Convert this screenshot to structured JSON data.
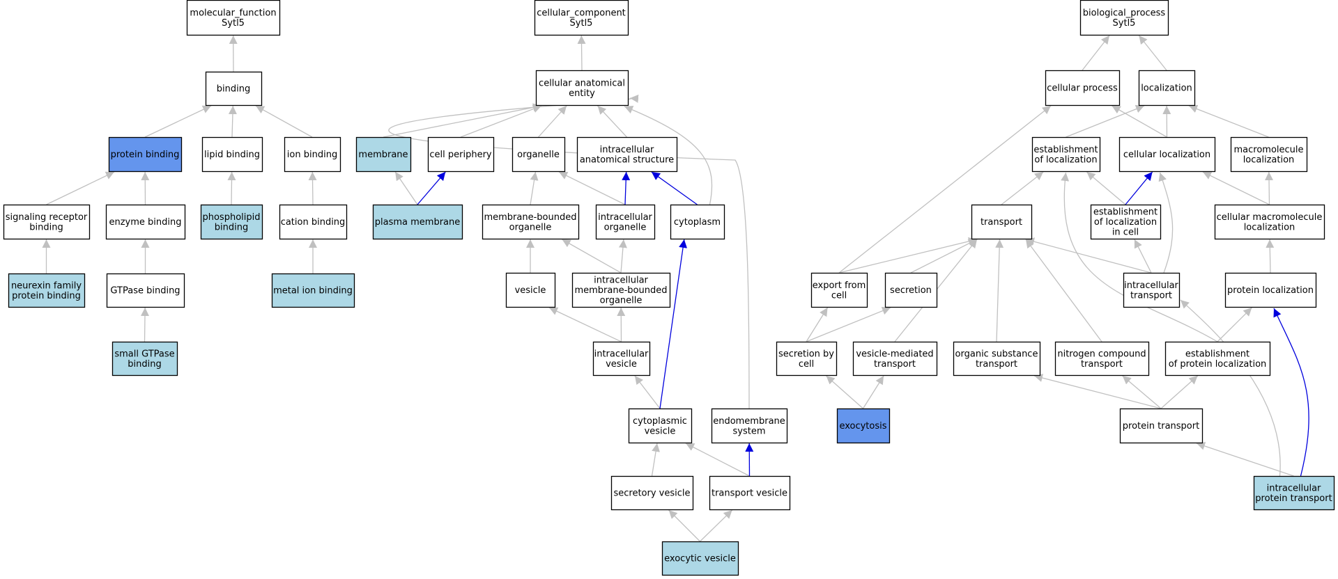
{
  "colors": {
    "plain": "#ffffff",
    "light": "#add8e6",
    "strong": "#6495ed",
    "edge_gray": "#c0c0c0",
    "edge_blue": "#0000dd"
  },
  "nodes": [
    {
      "id": "mf",
      "lines": [
        "molecular_function",
        "Sytl5"
      ],
      "fill": "plain"
    },
    {
      "id": "binding",
      "lines": [
        "binding"
      ],
      "fill": "plain"
    },
    {
      "id": "protein_binding",
      "lines": [
        "protein binding"
      ],
      "fill": "strong"
    },
    {
      "id": "lipid_binding",
      "lines": [
        "lipid binding"
      ],
      "fill": "plain"
    },
    {
      "id": "ion_binding",
      "lines": [
        "ion binding"
      ],
      "fill": "plain"
    },
    {
      "id": "signaling_receptor_binding",
      "lines": [
        "signaling receptor",
        "binding"
      ],
      "fill": "plain"
    },
    {
      "id": "enzyme_binding",
      "lines": [
        "enzyme binding"
      ],
      "fill": "plain"
    },
    {
      "id": "phospholipid_binding",
      "lines": [
        "phospholipid",
        "binding"
      ],
      "fill": "light"
    },
    {
      "id": "cation_binding",
      "lines": [
        "cation binding"
      ],
      "fill": "plain"
    },
    {
      "id": "neurexin_family",
      "lines": [
        "neurexin family",
        "protein binding"
      ],
      "fill": "light"
    },
    {
      "id": "gtpase_binding",
      "lines": [
        "GTPase binding"
      ],
      "fill": "plain"
    },
    {
      "id": "metal_ion_binding",
      "lines": [
        "metal ion binding"
      ],
      "fill": "light"
    },
    {
      "id": "small_gtpase_binding",
      "lines": [
        "small GTPase",
        "binding"
      ],
      "fill": "light"
    },
    {
      "id": "cc",
      "lines": [
        "cellular_component",
        "Sytl5"
      ],
      "fill": "plain"
    },
    {
      "id": "cae",
      "lines": [
        "cellular anatomical",
        "entity"
      ],
      "fill": "plain"
    },
    {
      "id": "membrane",
      "lines": [
        "membrane"
      ],
      "fill": "light"
    },
    {
      "id": "cell_periphery",
      "lines": [
        "cell periphery"
      ],
      "fill": "plain"
    },
    {
      "id": "organelle",
      "lines": [
        "organelle"
      ],
      "fill": "plain"
    },
    {
      "id": "ias",
      "lines": [
        "intracellular",
        "anatomical structure"
      ],
      "fill": "plain"
    },
    {
      "id": "plasma_membrane",
      "lines": [
        "plasma membrane"
      ],
      "fill": "light"
    },
    {
      "id": "mbo",
      "lines": [
        "membrane-bounded",
        "organelle"
      ],
      "fill": "plain"
    },
    {
      "id": "io",
      "lines": [
        "intracellular",
        "organelle"
      ],
      "fill": "plain"
    },
    {
      "id": "cytoplasm",
      "lines": [
        "cytoplasm"
      ],
      "fill": "plain"
    },
    {
      "id": "vesicle",
      "lines": [
        "vesicle"
      ],
      "fill": "plain"
    },
    {
      "id": "imbo",
      "lines": [
        "intracellular",
        "membrane-bounded",
        "organelle"
      ],
      "fill": "plain"
    },
    {
      "id": "iv",
      "lines": [
        "intracellular",
        "vesicle"
      ],
      "fill": "plain"
    },
    {
      "id": "cv",
      "lines": [
        "cytoplasmic",
        "vesicle"
      ],
      "fill": "plain"
    },
    {
      "id": "es",
      "lines": [
        "endomembrane",
        "system"
      ],
      "fill": "plain"
    },
    {
      "id": "sv",
      "lines": [
        "secretory vesicle"
      ],
      "fill": "plain"
    },
    {
      "id": "tv",
      "lines": [
        "transport vesicle"
      ],
      "fill": "plain"
    },
    {
      "id": "ev",
      "lines": [
        "exocytic vesicle"
      ],
      "fill": "light"
    },
    {
      "id": "bp",
      "lines": [
        "biological_process",
        "Sytl5"
      ],
      "fill": "plain"
    },
    {
      "id": "cellular_process",
      "lines": [
        "cellular process"
      ],
      "fill": "plain"
    },
    {
      "id": "localization",
      "lines": [
        "localization"
      ],
      "fill": "plain"
    },
    {
      "id": "eol",
      "lines": [
        "establishment",
        "of localization"
      ],
      "fill": "plain"
    },
    {
      "id": "cl",
      "lines": [
        "cellular localization"
      ],
      "fill": "plain"
    },
    {
      "id": "ml",
      "lines": [
        "macromolecule",
        "localization"
      ],
      "fill": "plain"
    },
    {
      "id": "transport",
      "lines": [
        "transport"
      ],
      "fill": "plain"
    },
    {
      "id": "eolc",
      "lines": [
        "establishment",
        "of localization",
        "in cell"
      ],
      "fill": "plain"
    },
    {
      "id": "cml",
      "lines": [
        "cellular macromolecule",
        "localization"
      ],
      "fill": "plain"
    },
    {
      "id": "efc",
      "lines": [
        "export from",
        "cell"
      ],
      "fill": "plain"
    },
    {
      "id": "secretion",
      "lines": [
        "secretion"
      ],
      "fill": "plain"
    },
    {
      "id": "it",
      "lines": [
        "intracellular",
        "transport"
      ],
      "fill": "plain"
    },
    {
      "id": "pl",
      "lines": [
        "protein localization"
      ],
      "fill": "plain"
    },
    {
      "id": "sbc",
      "lines": [
        "secretion by",
        "cell"
      ],
      "fill": "plain"
    },
    {
      "id": "vmt",
      "lines": [
        "vesicle-mediated",
        "transport"
      ],
      "fill": "plain"
    },
    {
      "id": "ost",
      "lines": [
        "organic substance",
        "transport"
      ],
      "fill": "plain"
    },
    {
      "id": "nct",
      "lines": [
        "nitrogen compound",
        "transport"
      ],
      "fill": "plain"
    },
    {
      "id": "epl",
      "lines": [
        "establishment",
        "of protein localization"
      ],
      "fill": "plain"
    },
    {
      "id": "exocytosis",
      "lines": [
        "exocytosis"
      ],
      "fill": "strong"
    },
    {
      "id": "pt",
      "lines": [
        "protein transport"
      ],
      "fill": "plain"
    },
    {
      "id": "ipt",
      "lines": [
        "intracellular",
        "protein transport"
      ],
      "fill": "light"
    }
  ],
  "edges": [
    {
      "from": "binding",
      "to": "mf",
      "color": "edge_gray"
    },
    {
      "from": "protein_binding",
      "to": "binding",
      "color": "edge_gray"
    },
    {
      "from": "lipid_binding",
      "to": "binding",
      "color": "edge_gray"
    },
    {
      "from": "ion_binding",
      "to": "binding",
      "color": "edge_gray"
    },
    {
      "from": "signaling_receptor_binding",
      "to": "protein_binding",
      "color": "edge_gray"
    },
    {
      "from": "enzyme_binding",
      "to": "protein_binding",
      "color": "edge_gray"
    },
    {
      "from": "phospholipid_binding",
      "to": "lipid_binding",
      "color": "edge_gray"
    },
    {
      "from": "cation_binding",
      "to": "ion_binding",
      "color": "edge_gray"
    },
    {
      "from": "neurexin_family",
      "to": "signaling_receptor_binding",
      "color": "edge_gray"
    },
    {
      "from": "gtpase_binding",
      "to": "enzyme_binding",
      "color": "edge_gray"
    },
    {
      "from": "metal_ion_binding",
      "to": "cation_binding",
      "color": "edge_gray"
    },
    {
      "from": "small_gtpase_binding",
      "to": "gtpase_binding",
      "color": "edge_gray"
    },
    {
      "from": "cae",
      "to": "cc",
      "color": "edge_gray"
    },
    {
      "from": "membrane",
      "to": "cae",
      "color": "edge_gray"
    },
    {
      "from": "cell_periphery",
      "to": "cae",
      "color": "edge_gray"
    },
    {
      "from": "organelle",
      "to": "cae",
      "color": "edge_gray"
    },
    {
      "from": "ias",
      "to": "cae",
      "color": "edge_gray"
    },
    {
      "from": "cytoplasm",
      "to": "cae",
      "color": "edge_gray"
    },
    {
      "from": "es",
      "to": "cae",
      "color": "edge_gray"
    },
    {
      "from": "plasma_membrane",
      "to": "membrane",
      "color": "edge_gray"
    },
    {
      "from": "plasma_membrane",
      "to": "cell_periphery",
      "color": "edge_blue"
    },
    {
      "from": "mbo",
      "to": "organelle",
      "color": "edge_gray"
    },
    {
      "from": "io",
      "to": "organelle",
      "color": "edge_gray"
    },
    {
      "from": "io",
      "to": "ias",
      "color": "edge_blue"
    },
    {
      "from": "cytoplasm",
      "to": "ias",
      "color": "edge_blue"
    },
    {
      "from": "vesicle",
      "to": "mbo",
      "color": "edge_gray"
    },
    {
      "from": "imbo",
      "to": "mbo",
      "color": "edge_gray"
    },
    {
      "from": "imbo",
      "to": "io",
      "color": "edge_gray"
    },
    {
      "from": "iv",
      "to": "vesicle",
      "color": "edge_gray"
    },
    {
      "from": "iv",
      "to": "imbo",
      "color": "edge_gray"
    },
    {
      "from": "cv",
      "to": "iv",
      "color": "edge_gray"
    },
    {
      "from": "cv",
      "to": "cytoplasm",
      "color": "edge_blue"
    },
    {
      "from": "sv",
      "to": "cv",
      "color": "edge_gray"
    },
    {
      "from": "tv",
      "to": "cv",
      "color": "edge_gray"
    },
    {
      "from": "tv",
      "to": "es",
      "color": "edge_blue"
    },
    {
      "from": "ev",
      "to": "sv",
      "color": "edge_gray"
    },
    {
      "from": "ev",
      "to": "tv",
      "color": "edge_gray"
    },
    {
      "from": "cellular_process",
      "to": "bp",
      "color": "edge_gray"
    },
    {
      "from": "localization",
      "to": "bp",
      "color": "edge_gray"
    },
    {
      "from": "eol",
      "to": "localization",
      "color": "edge_gray"
    },
    {
      "from": "cl",
      "to": "cellular_process",
      "color": "edge_gray"
    },
    {
      "from": "cl",
      "to": "localization",
      "color": "edge_gray"
    },
    {
      "from": "ml",
      "to": "localization",
      "color": "edge_gray"
    },
    {
      "from": "transport",
      "to": "eol",
      "color": "edge_gray"
    },
    {
      "from": "eolc",
      "to": "eol",
      "color": "edge_gray"
    },
    {
      "from": "eolc",
      "to": "cl",
      "color": "edge_blue"
    },
    {
      "from": "cml",
      "to": "cl",
      "color": "edge_gray"
    },
    {
      "from": "cml",
      "to": "ml",
      "color": "edge_gray"
    },
    {
      "from": "efc",
      "to": "cellular_process",
      "color": "edge_gray"
    },
    {
      "from": "efc",
      "to": "transport",
      "color": "edge_gray"
    },
    {
      "from": "secretion",
      "to": "transport",
      "color": "edge_gray"
    },
    {
      "from": "it",
      "to": "transport",
      "color": "edge_gray"
    },
    {
      "from": "it",
      "to": "eolc",
      "color": "edge_gray"
    },
    {
      "from": "it",
      "to": "cl",
      "color": "edge_gray"
    },
    {
      "from": "pl",
      "to": "cml",
      "color": "edge_gray"
    },
    {
      "from": "sbc",
      "to": "efc",
      "color": "edge_gray"
    },
    {
      "from": "sbc",
      "to": "secretion",
      "color": "edge_gray"
    },
    {
      "from": "vmt",
      "to": "transport",
      "color": "edge_gray"
    },
    {
      "from": "ost",
      "to": "transport",
      "color": "edge_gray"
    },
    {
      "from": "nct",
      "to": "transport",
      "color": "edge_gray"
    },
    {
      "from": "epl",
      "to": "eol",
      "color": "edge_gray"
    },
    {
      "from": "epl",
      "to": "pl",
      "color": "edge_gray"
    },
    {
      "from": "exocytosis",
      "to": "sbc",
      "color": "edge_gray"
    },
    {
      "from": "exocytosis",
      "to": "vmt",
      "color": "edge_gray"
    },
    {
      "from": "pt",
      "to": "ost",
      "color": "edge_gray"
    },
    {
      "from": "pt",
      "to": "nct",
      "color": "edge_gray"
    },
    {
      "from": "pt",
      "to": "epl",
      "color": "edge_gray"
    },
    {
      "from": "ipt",
      "to": "pt",
      "color": "edge_gray"
    },
    {
      "from": "ipt",
      "to": "it",
      "color": "edge_gray"
    },
    {
      "from": "ipt",
      "to": "pl",
      "color": "edge_blue"
    }
  ]
}
